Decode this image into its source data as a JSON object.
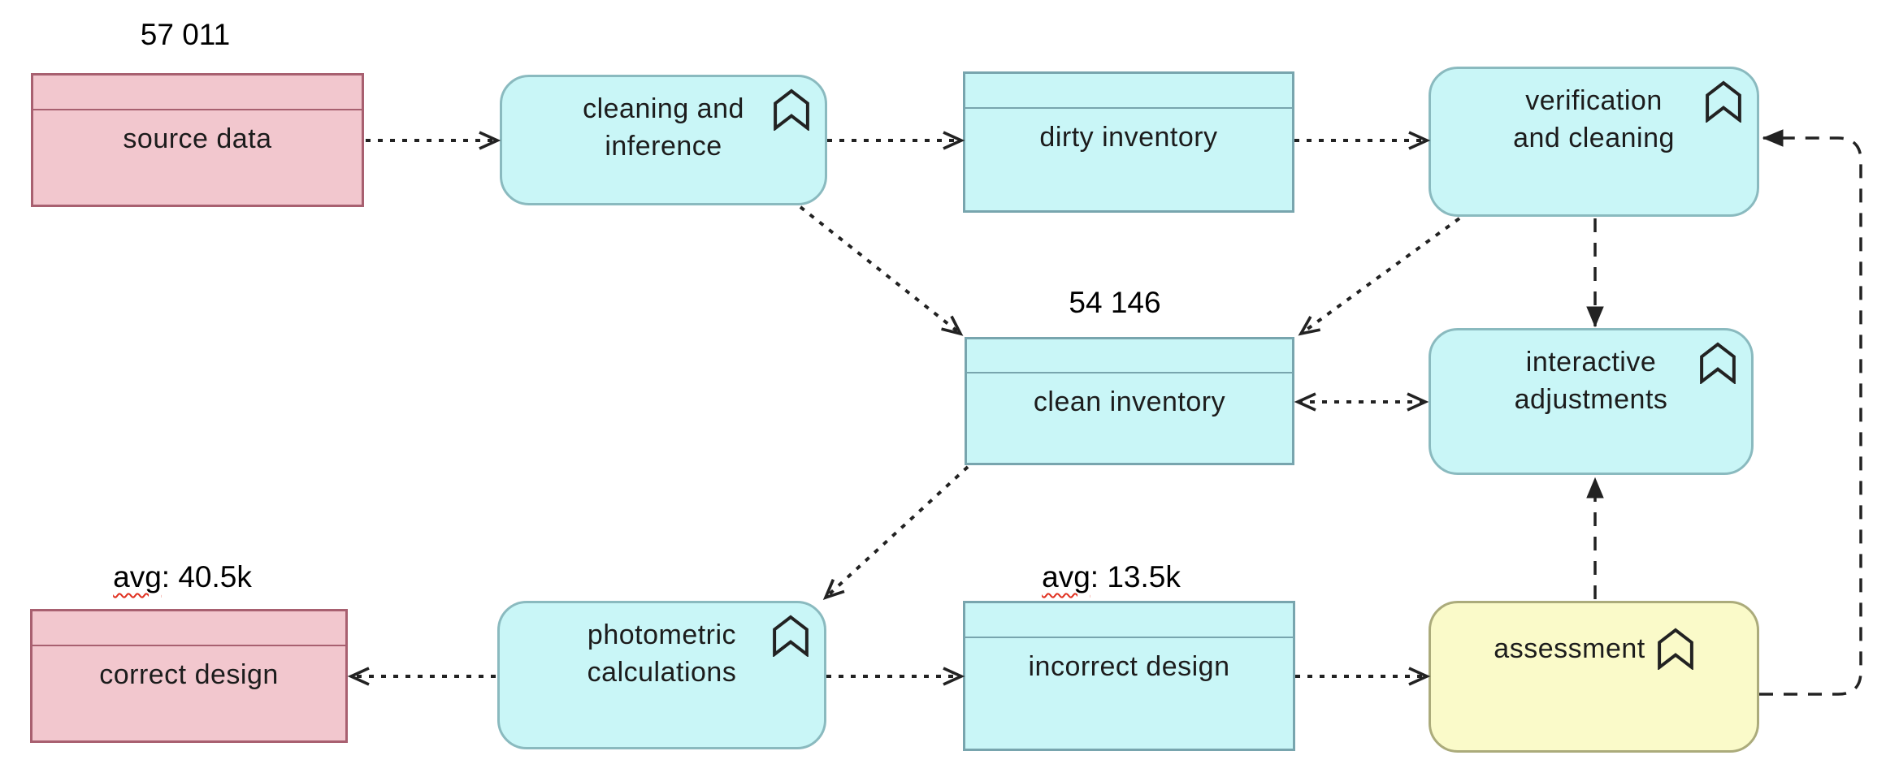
{
  "diagram": {
    "nodes": {
      "source_data": {
        "label": "source data",
        "annotation": "57 011",
        "type": "data-object",
        "fill": "pink"
      },
      "cleaning_inference": {
        "label": "cleaning and inference",
        "lines": [
          "cleaning and",
          "inference"
        ],
        "type": "process",
        "fill": "cyan"
      },
      "dirty_inventory": {
        "label": "dirty inventory",
        "type": "data-object",
        "fill": "cyan"
      },
      "verification_cleaning": {
        "label": "verification and cleaning",
        "lines": [
          "verification",
          "and cleaning"
        ],
        "type": "process",
        "fill": "cyan"
      },
      "clean_inventory": {
        "label": "clean inventory",
        "annotation": "54 146",
        "type": "data-object",
        "fill": "cyan"
      },
      "interactive_adjustments": {
        "label": "interactive adjustments",
        "lines": [
          "interactive",
          "adjustments"
        ],
        "type": "process",
        "fill": "cyan"
      },
      "correct_design": {
        "label": "correct design",
        "annotation": "avg: 40.5k",
        "annotation_word": "avg",
        "annotation_rest": ": 40.5k",
        "type": "data-object",
        "fill": "pink"
      },
      "photometric_calculations": {
        "label": "photometric calculations",
        "lines": [
          "photometric",
          "calculations"
        ],
        "type": "process",
        "fill": "cyan"
      },
      "incorrect_design": {
        "label": "incorrect design",
        "annotation": "avg: 13.5k",
        "annotation_word": "avg",
        "annotation_rest": ": 13.5k",
        "type": "data-object",
        "fill": "cyan"
      },
      "assessment": {
        "label": "assessment",
        "type": "process",
        "fill": "yellow"
      }
    },
    "edges": [
      {
        "from": "source data",
        "to": "cleaning and inference",
        "style": "dotted",
        "arrow": "open"
      },
      {
        "from": "cleaning and inference",
        "to": "dirty inventory",
        "style": "dotted",
        "arrow": "open"
      },
      {
        "from": "dirty inventory",
        "to": "verification and cleaning",
        "style": "dotted",
        "arrow": "open"
      },
      {
        "from": "cleaning and inference",
        "to": "clean inventory",
        "style": "dotted",
        "arrow": "open"
      },
      {
        "from": "verification and cleaning",
        "to": "clean inventory",
        "style": "dotted",
        "arrow": "open"
      },
      {
        "from": "verification and cleaning",
        "to": "interactive adjustments",
        "style": "dashed",
        "arrow": "solid"
      },
      {
        "from": "clean inventory",
        "to": "interactive adjustments",
        "style": "dotted",
        "arrow": "open-both-ends"
      },
      {
        "from": "clean inventory",
        "to": "photometric calculations",
        "style": "dotted",
        "arrow": "open"
      },
      {
        "from": "photometric calculations",
        "to": "correct design",
        "style": "dotted",
        "arrow": "open"
      },
      {
        "from": "photometric calculations",
        "to": "incorrect design",
        "style": "dotted",
        "arrow": "open"
      },
      {
        "from": "incorrect design",
        "to": "assessment",
        "style": "dotted",
        "arrow": "open"
      },
      {
        "from": "assessment",
        "to": "interactive adjustments",
        "style": "dashed",
        "arrow": "solid"
      },
      {
        "from": "assessment",
        "to": "verification and cleaning",
        "style": "dashed",
        "arrow": "solid",
        "route": "right-side-loop"
      }
    ],
    "icons": {
      "process_badge": "process-chevron-icon"
    },
    "colors": {
      "pink_fill": "#f2c7ce",
      "pink_border": "#a86070",
      "cyan_fill": "#c9f6f7",
      "cyan_border": "#78a5ae",
      "process_border": "#8ababf",
      "yellow_fill": "#fafac9",
      "yellow_border": "#abab7b",
      "edge_line": "#222222",
      "squiggle": "#e03020",
      "background": "#ffffff"
    }
  }
}
